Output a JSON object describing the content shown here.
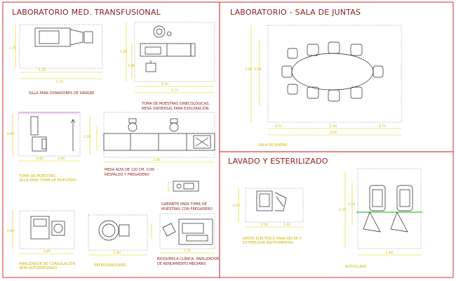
{
  "sections": {
    "transfusional_title": "LABORATORIO MED. TRANSFUSIONAL",
    "juntas_title": "LABORATORIO - SALA DE JUNTAS",
    "lavado_title": "LAVADO Y ESTERILIZADO"
  },
  "captions": {
    "silla_donadores": "SILLA PARA DONADORES DE SANGRE",
    "toma_muestras_1": "TOMA DE MUESTRAS GINECOLÓGICAS,",
    "toma_muestras_2": "MESA UNIVERSAL PARA EXPLORACIÓN",
    "toma_muestras_3": "TOMA DE MUESTRAS",
    "toma_muestras_4": "SILLA PARA TOMA DE MUESTRAS",
    "mesa_alta_1": "MESA ALTA DE 120 CM. CON",
    "mesa_alta_2": "RESPALDO Y FREGADERO",
    "gabinete_1": "GABINETE PARA TOMA DE",
    "gabinete_2": "MUESTRAS CON FREGADERO",
    "analizador_1": "ANALIZADOR DE COAGULACIÓN",
    "analizador_2": "SEMI-AUTOMATIZADO",
    "refrigeradores": "REFRIGERADORES",
    "bioquimica_1": "BIOQUÍMICA CLÍNICA, ANALIZADOR",
    "bioquimica_2": "DE RENDIMIENTO MEDIANO.",
    "sala_juntas": "SALA DE JUNTAS",
    "apoyo_1": "APOYO ELÉCTRICO PARA SECAR Y",
    "apoyo_2": "ESTERILIZAR INSTRUMENTAL",
    "autoclave": "AUTOCLAVE"
  },
  "dims": {
    "d060": "0.60",
    "d075": "0.75",
    "d120": "1.20",
    "d140": "1.40",
    "d100": "1.00",
    "d150": "1.50",
    "d085": "0.85",
    "d175": "1.75",
    "d240": "2.40",
    "d275": "2.75",
    "d225": "2.25",
    "d300": "3.00",
    "d200": "2.00",
    "d090": "0.90",
    "d180": "1.80",
    "d345": "3.45",
    "d250": "2.50",
    "d095": "0.95",
    "d050": "0.50",
    "d160": "1.60",
    "d210": "2.10",
    "d110": "1.10"
  }
}
